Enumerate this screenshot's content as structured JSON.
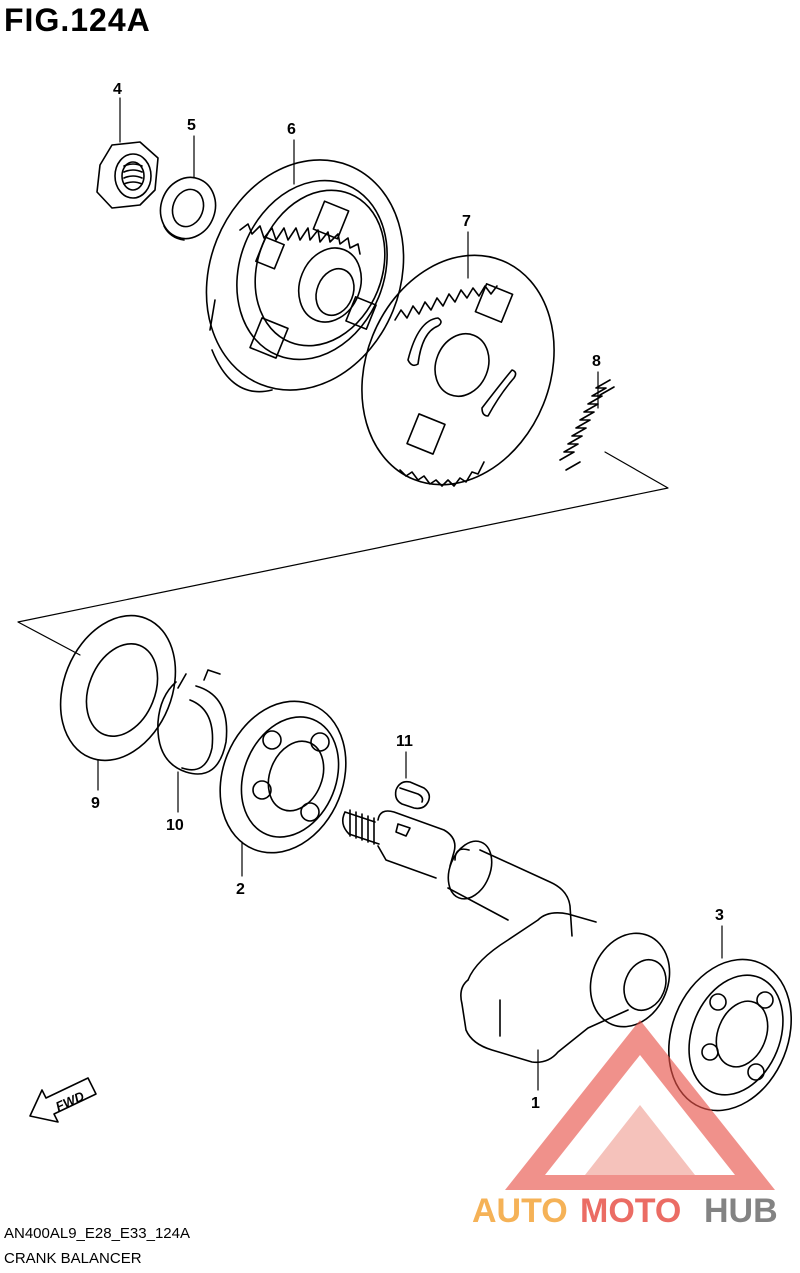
{
  "figure": {
    "title": "FIG.124A",
    "ref_code": "AN400AL9_E28_E33_124A",
    "caption": "CRANK BALANCER"
  },
  "callouts": [
    "1",
    "2",
    "3",
    "4",
    "5",
    "6",
    "7",
    "8",
    "9",
    "10",
    "11"
  ],
  "fwd_label": "FWD",
  "watermark": {
    "text_part1": "AUTO",
    "text_part2": "MOTO",
    "text_part3": "HUB",
    "colors": {
      "orange": "#f4a53a",
      "red": "#e8534a",
      "gray": "#6e6e6e"
    }
  },
  "colors": {
    "line": "#000000",
    "background": "#ffffff"
  }
}
